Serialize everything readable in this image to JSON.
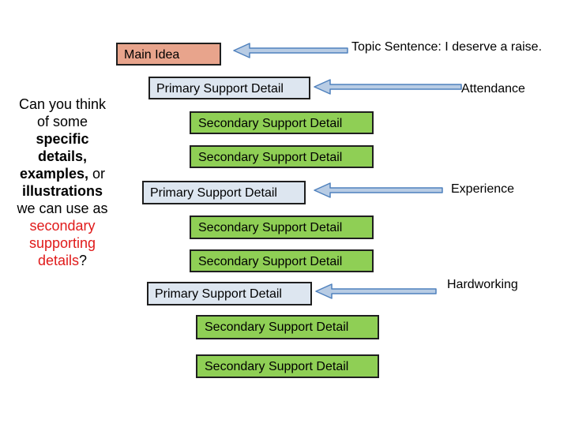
{
  "main_idea": "Main Idea",
  "primary": "Primary Support Detail",
  "secondary": "Secondary Support Detail",
  "labels": {
    "topic": "Topic Sentence: I deserve a raise.",
    "attendance": "Attendance",
    "experience": "Experience",
    "hardworking": "Hardworking"
  },
  "side_text": {
    "line1": "Can you think",
    "line2": "of some",
    "line3": "specific",
    "line4": "details,",
    "line5a": "examples,",
    "line5b": " or",
    "line6": "illustrations",
    "line7": "we can use as",
    "line8": "secondary",
    "line9": "supporting",
    "line10a": "details",
    "line10b": "?"
  },
  "colors": {
    "main_fill": "#e8a48c",
    "primary_fill": "#dde6f0",
    "secondary_fill": "#8fcf55",
    "arrow_fill": "#b8cce4",
    "arrow_stroke": "#4f81bd",
    "highlight_text": "#e01a1a"
  }
}
